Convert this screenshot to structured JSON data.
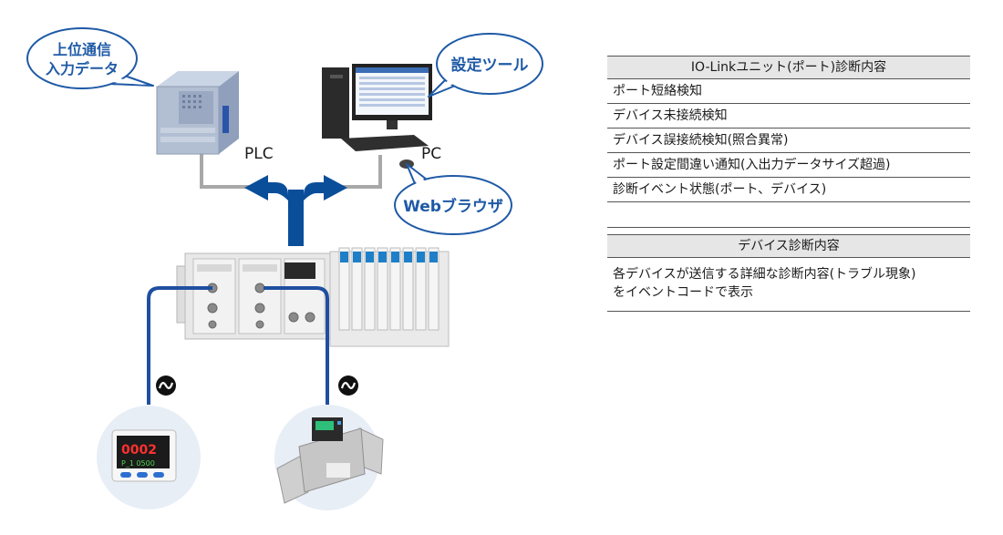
{
  "diagram": {
    "bubble_plc_data": "上位通信\n入力データ",
    "bubble_setting_tool": "設定ツール",
    "bubble_web_browser": "Webブラウザ",
    "label_plc": "PLC",
    "label_pc": "PC",
    "sensor_display_value": "0002",
    "sensor_sub_value": "P_1 0500",
    "colors": {
      "bubble_border": "#1f5aa6",
      "arrow": "#0a4e9a",
      "cable": "#1f4fa0",
      "link_gray": "#a8a8a8"
    }
  },
  "io_link_diagnostics": {
    "header": "IO-Linkユニット(ポート)診断内容",
    "items": [
      "ポート短絡検知",
      "デバイス未接続検知",
      "デバイス誤接続検知(照合異常)",
      "ポート設定間違い通知(入出力データサイズ超過)",
      "診断イベント状態(ポート、デバイス)"
    ]
  },
  "device_diagnostics": {
    "header": "デバイス診断内容",
    "text_line1": "各デバイスが送信する詳細な診断内容(トラブル現象)",
    "text_line2": "をイベントコードで表示"
  }
}
